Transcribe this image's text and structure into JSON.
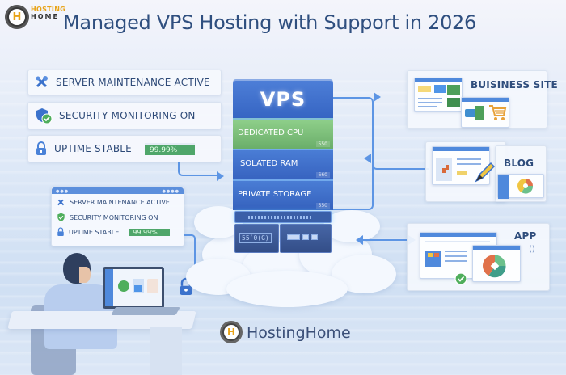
{
  "header": {
    "logo_line1": "HOSTING",
    "logo_line2": "HOME",
    "logo_glyph": "H",
    "title": "Managed VPS Hosting with Support in 2026"
  },
  "status_cards": [
    {
      "label": "SERVER MAINTENANCE ACTIVE",
      "icon": "tools-icon"
    },
    {
      "label": "SECURITY MONITORING ON",
      "icon": "shield-check-icon"
    },
    {
      "label": "UPTIME STABLE",
      "icon": "lock-icon",
      "value": "99.99%"
    }
  ],
  "mini_dashboard": {
    "rows": [
      {
        "label": "SERVER MAINTENANCE ACTIVE",
        "icon": "tools-icon"
      },
      {
        "label": "SECURITY MONITORING ON",
        "icon": "shield-check-icon"
      },
      {
        "label": "UPTIME STABLE",
        "icon": "lock-icon",
        "value": "99.99%"
      }
    ]
  },
  "vps_stack": {
    "title": "VPS",
    "layers": [
      {
        "label": "DEDICATED CPU",
        "value": "550",
        "color": "#7cbf7a"
      },
      {
        "label": "ISOLATED RAM",
        "value": "660",
        "color": "#3f70cc"
      },
      {
        "label": "PRIVATE STORAGE",
        "value": "550",
        "color": "#3f70cc"
      }
    ],
    "server_display": "55ʹ0(G)"
  },
  "destinations": [
    {
      "label": "BUISINESS SITE",
      "icon": "shopping-cart-icon"
    },
    {
      "label": "BLOG",
      "icon": "pencil-icon"
    },
    {
      "label": "APP",
      "icon": "pie-chart-icon"
    }
  ],
  "brand": {
    "glyph": "H",
    "name": "HostingHome"
  },
  "colors": {
    "title": "#2f4f7f",
    "accent_blue": "#3f70cc",
    "cpu_green": "#7cbf7a",
    "uptime_green": "#4fa66a",
    "brand_orange": "#e8a317"
  }
}
